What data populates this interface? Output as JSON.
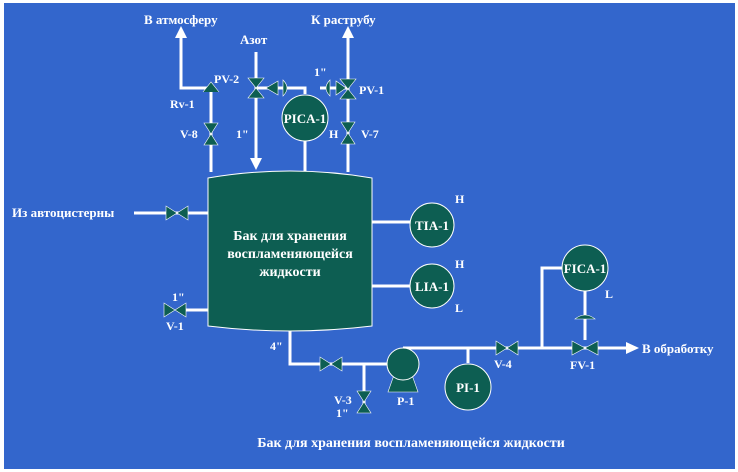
{
  "colors": {
    "background": "#3366cc",
    "equipment": "#0d5e52",
    "line": "#ffffff",
    "text": "#ffffff"
  },
  "caption": "Бак для хранения воспламеняющейся жидкости",
  "tank": {
    "lines": [
      "Бак для хранения",
      "воспламеняющейся",
      "жидкости"
    ]
  },
  "flows": {
    "to_atmosphere": "В атмосферу",
    "to_horn": "К раструбу",
    "nitrogen": "Азот",
    "from_truck": "Из автоцистерны",
    "to_processing": "В обработку"
  },
  "instruments": {
    "pica1": "PICA-1",
    "tia1": "TIA-1",
    "lia1": "LIA-1",
    "fica1": "FICA-1",
    "pi1": "PI-1"
  },
  "valves": {
    "pv2": "PV-2",
    "pv1": "PV-1",
    "rv1": "Rv-1",
    "v8": "V-8",
    "v7": "V-7",
    "v1": "V-1",
    "v3": "V-3",
    "v4": "V-4",
    "fv1": "FV-1",
    "p1": "P-1"
  },
  "markers": {
    "h_pica": "H",
    "h_tia": "H",
    "h_lia": "H",
    "l_lia": "L",
    "l_fica": "L"
  },
  "sizes": {
    "pv1_size": "1\"",
    "v8_size": "1\"",
    "v1_size": "1\"",
    "bottom_size": "4\"",
    "v3_size": "1\""
  }
}
